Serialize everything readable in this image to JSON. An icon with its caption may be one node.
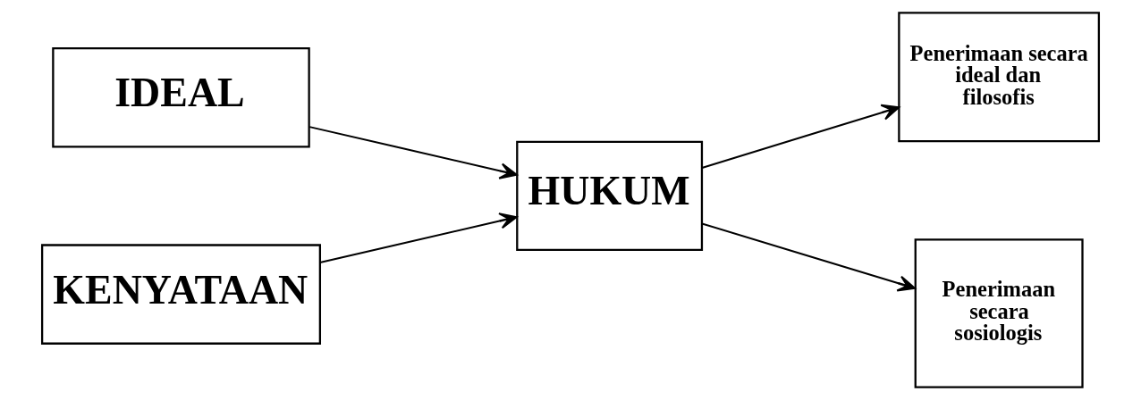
{
  "diagram": {
    "nodes": [
      {
        "text": [
          "IDEAL"
        ]
      },
      {
        "text": [
          "KENYATAAN"
        ]
      },
      {
        "text": [
          "HUKUM"
        ]
      },
      {
        "text": [
          "Penerimaan secara ideal dan filosofis"
        ]
      },
      {
        "text": [
          "Penerimaan secara sosiologis"
        ]
      }
    ],
    "edges": [
      {
        "from": 0,
        "to": 2,
        "arrow": "to"
      },
      {
        "from": 1,
        "to": 2,
        "arrow": "to"
      },
      {
        "from": 2,
        "to": 3,
        "arrow": "to"
      },
      {
        "from": 2,
        "to": 4,
        "arrow": "to"
      }
    ]
  }
}
